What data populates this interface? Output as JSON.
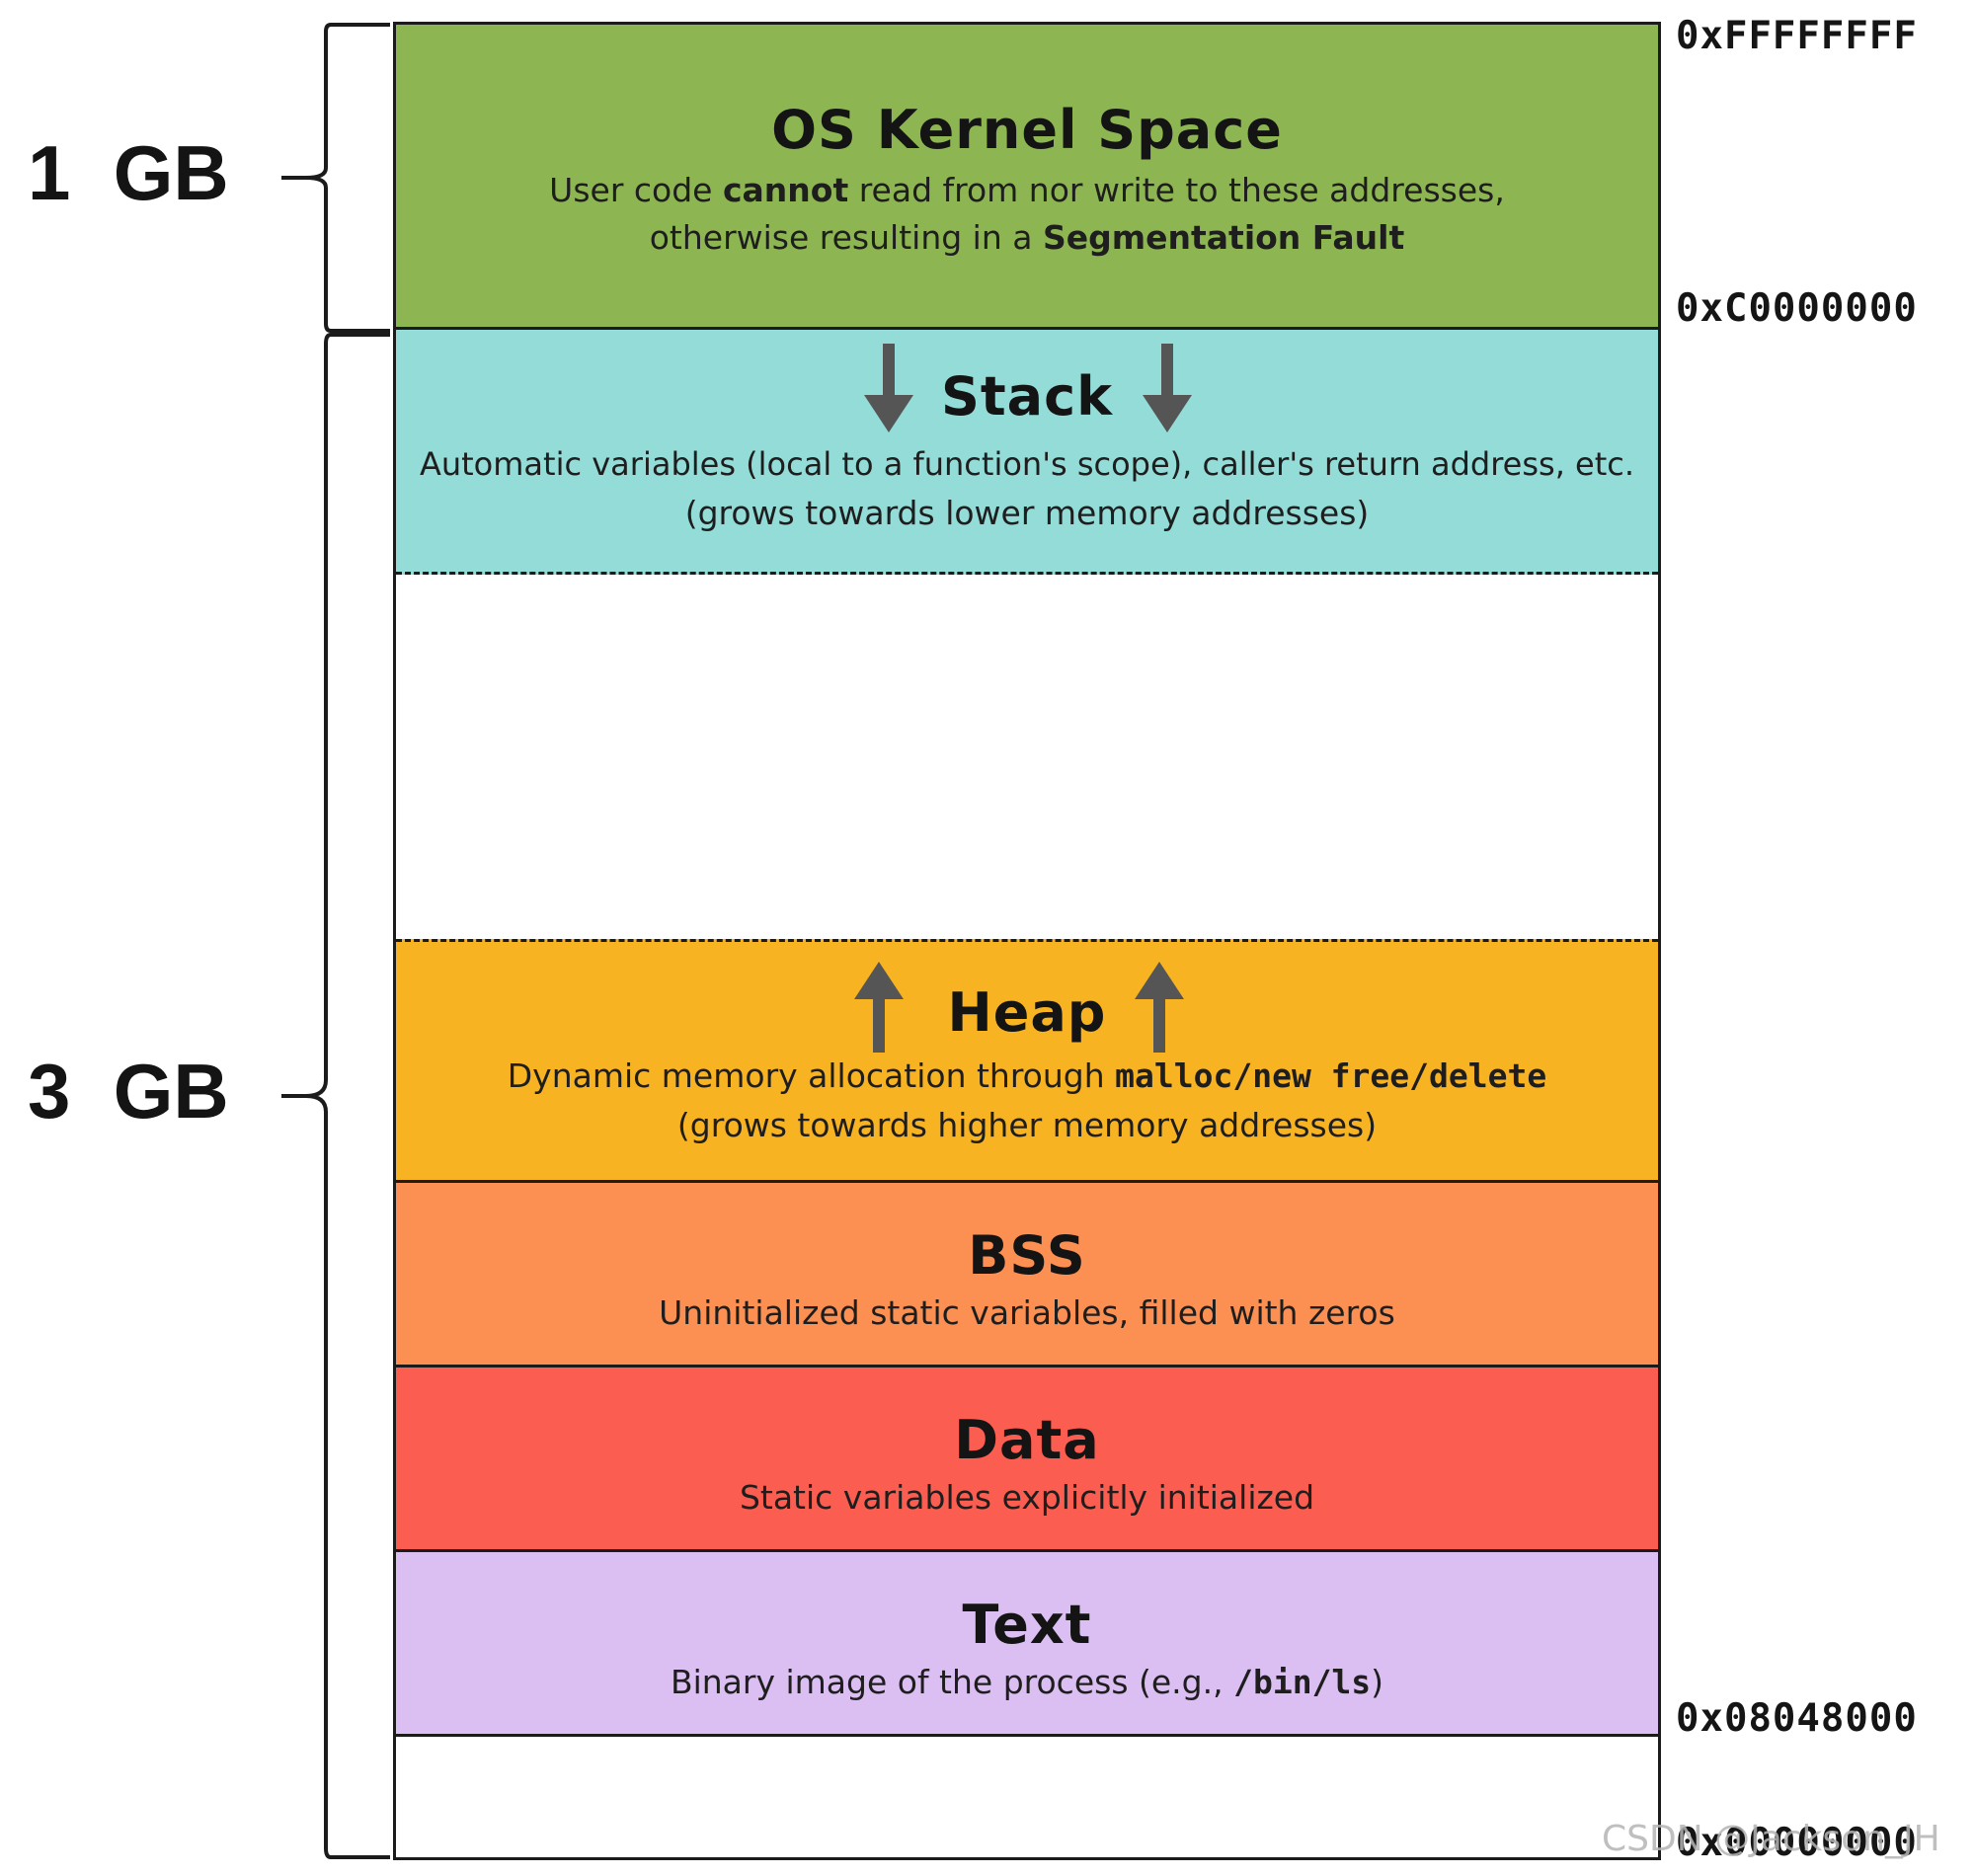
{
  "address_labels": {
    "top": "0xFFFFFFFF",
    "kernel_boundary": "0xC0000000",
    "text_start": "0x08048000",
    "bottom": "0x00000000"
  },
  "size_labels": {
    "kernel": "1  GB",
    "user": "3  GB"
  },
  "segments": {
    "kernel": {
      "title": "OS Kernel Space",
      "line1_pre": "User code ",
      "line1_bold": "cannot",
      "line1_post": " read from nor write to these addresses,",
      "line2_pre": "otherwise resulting in a ",
      "line2_bold": "Segmentation Fault",
      "color": "#8db652"
    },
    "stack": {
      "title": "Stack",
      "line1": "Automatic variables (local to a function's scope), caller's return address, etc.",
      "line2": "(grows towards lower memory addresses)",
      "color": "#93dcd8",
      "arrow_direction": "down"
    },
    "heap": {
      "title": "Heap",
      "line1_pre": "Dynamic memory allocation through ",
      "line1_code": "malloc/new free/delete",
      "line2": "(grows towards higher memory addresses)",
      "color": "#f8b323",
      "arrow_direction": "up"
    },
    "bss": {
      "title": "BSS",
      "line1": "Uninitialized static variables, filled with zeros",
      "color": "#fb9052"
    },
    "data": {
      "title": "Data",
      "line1": "Static variables explicitly initialized",
      "color": "#fb5e50"
    },
    "text": {
      "title": "Text",
      "line1_pre": "Binary image of the process (e.g., ",
      "line1_code": "/bin/ls",
      "line1_post": ")",
      "color": "#dcbff2"
    }
  },
  "watermark": "CSDN @Jackson_JH"
}
